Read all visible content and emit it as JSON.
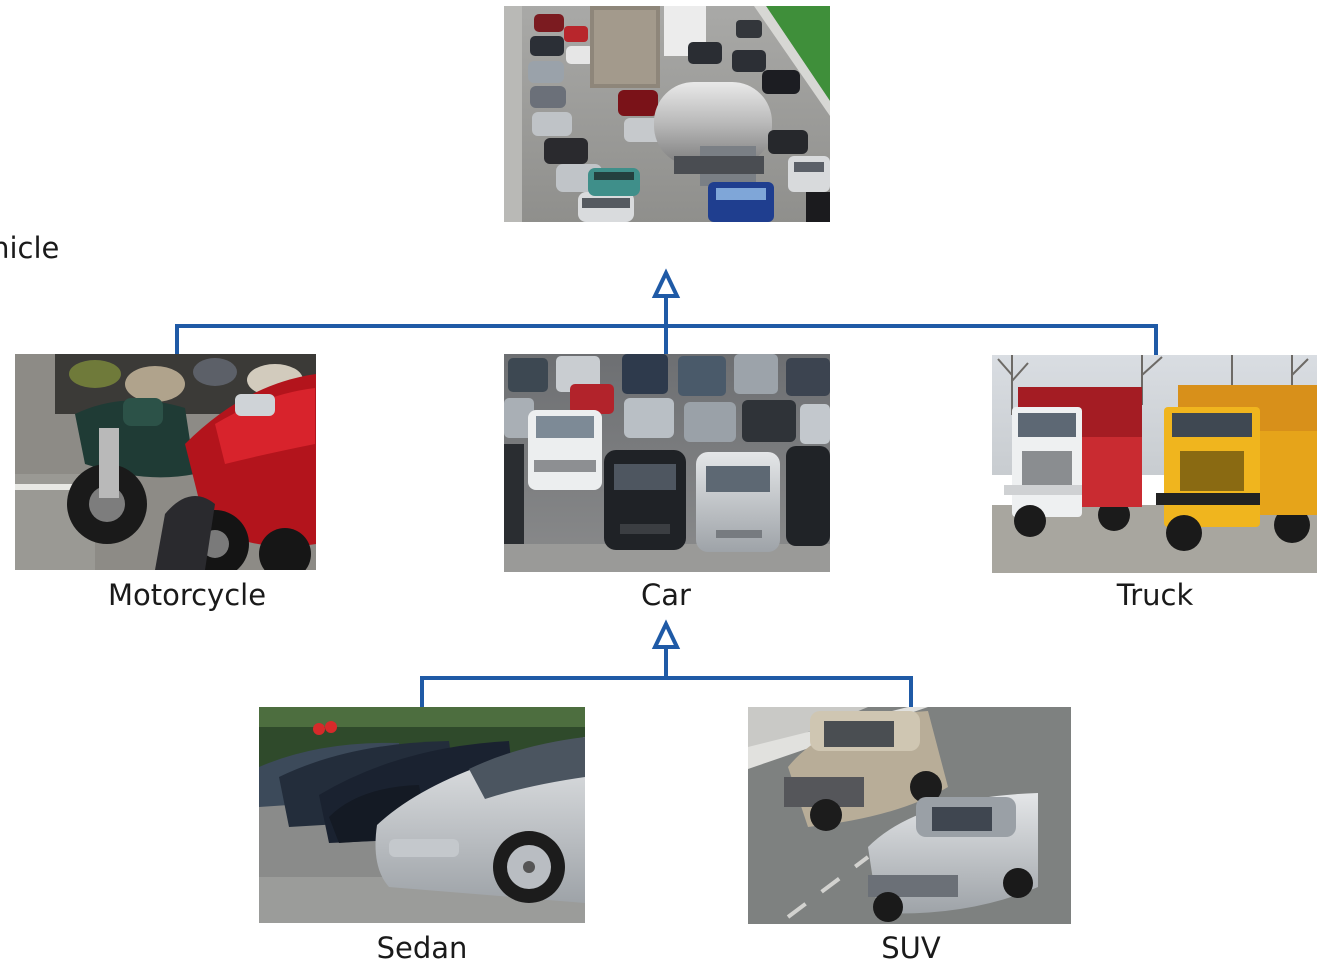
{
  "diagram": {
    "connector_color": "#1f5aa6",
    "nodes": {
      "vehicle": {
        "label": "Vehicle"
      },
      "motorcycle": {
        "label": "Motorcycle"
      },
      "car": {
        "label": "Car"
      },
      "truck": {
        "label": "Truck"
      },
      "sedan": {
        "label": "Sedan"
      },
      "suv": {
        "label": "SUV"
      }
    },
    "edges": [
      {
        "from": "motorcycle",
        "to": "vehicle",
        "type": "inheritance"
      },
      {
        "from": "car",
        "to": "vehicle",
        "type": "inheritance"
      },
      {
        "from": "truck",
        "to": "vehicle",
        "type": "inheritance"
      },
      {
        "from": "sedan",
        "to": "car",
        "type": "inheritance"
      },
      {
        "from": "suv",
        "to": "car",
        "type": "inheritance"
      }
    ]
  }
}
